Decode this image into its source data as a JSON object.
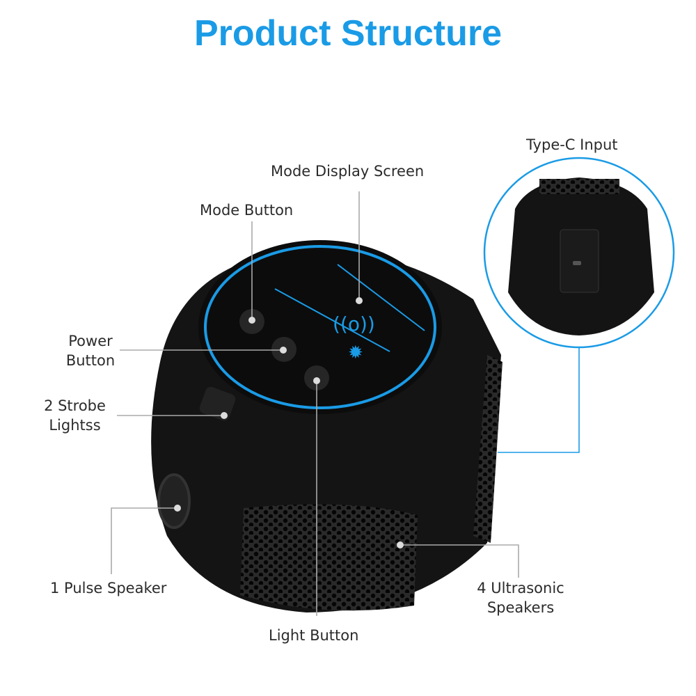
{
  "title": "Product Structure",
  "labels": {
    "type_c": "Type-C Input",
    "mode_display": "Mode Display Screen",
    "mode_button": "Mode Button",
    "power_button_1": "Power",
    "power_button_2": "Button",
    "strobe_1": "2 Strobe",
    "strobe_2": "Lightss",
    "pulse_speaker": "1 Pulse Speaker",
    "light_button": "Light Button",
    "ultrasonic_1": "4 Ultrasonic",
    "ultrasonic_2": "Speakers"
  },
  "colors": {
    "accent": "#1a9be6",
    "device": "#141414",
    "leader": "#aaaaaa"
  }
}
